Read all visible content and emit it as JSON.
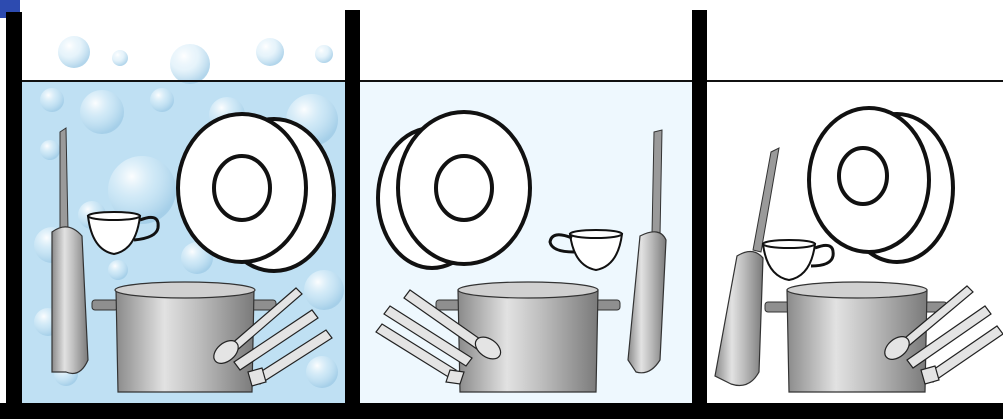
{
  "figure": {
    "panels": [
      {
        "id": "panel-1",
        "water": "soapy",
        "depicts": [
          "pan",
          "cup",
          "plates",
          "pot",
          "cutlery"
        ]
      },
      {
        "id": "panel-2",
        "water": "clear",
        "depicts": [
          "plates",
          "cup",
          "pan",
          "pot",
          "cutlery"
        ]
      },
      {
        "id": "panel-3",
        "water": "none",
        "depicts": [
          "pan",
          "plates",
          "cup",
          "pot",
          "cutlery"
        ]
      }
    ],
    "colors": {
      "frame": "#000000",
      "soapy_water": "#bfe0f3",
      "clear_water": "#eef8fe",
      "bubble": "#d9eefa",
      "steel": "#bdbdbd",
      "accent_mark": "#2d4bb0"
    }
  }
}
